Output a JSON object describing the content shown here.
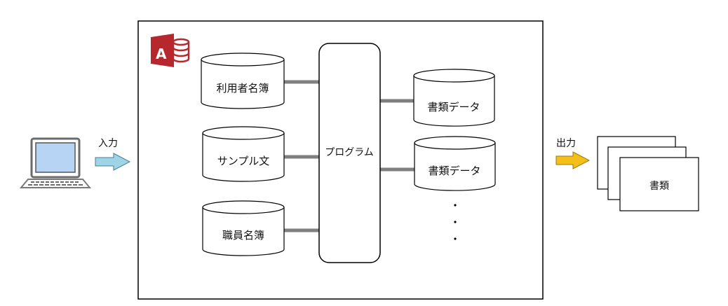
{
  "diagram": {
    "input": {
      "device": "laptop-icon",
      "arrow_label": "入力",
      "arrow_color": "#9fd4e6"
    },
    "system": {
      "logo": "microsoft-access-icon",
      "logo_color": "#b7282e",
      "sources": [
        {
          "label": "利用者名簿"
        },
        {
          "label": "サンプル文"
        },
        {
          "label": "職員名簿"
        }
      ],
      "program": {
        "label": "プログラム"
      },
      "outputs": [
        {
          "label": "書類データ"
        },
        {
          "label": "書類データ"
        }
      ],
      "continuation": "ellipsis-vertical"
    },
    "output": {
      "arrow_label": "出力",
      "arrow_color": "#f5bf1a",
      "document": {
        "label": "書類",
        "copies": 3
      }
    },
    "connector_color": "#808080"
  }
}
